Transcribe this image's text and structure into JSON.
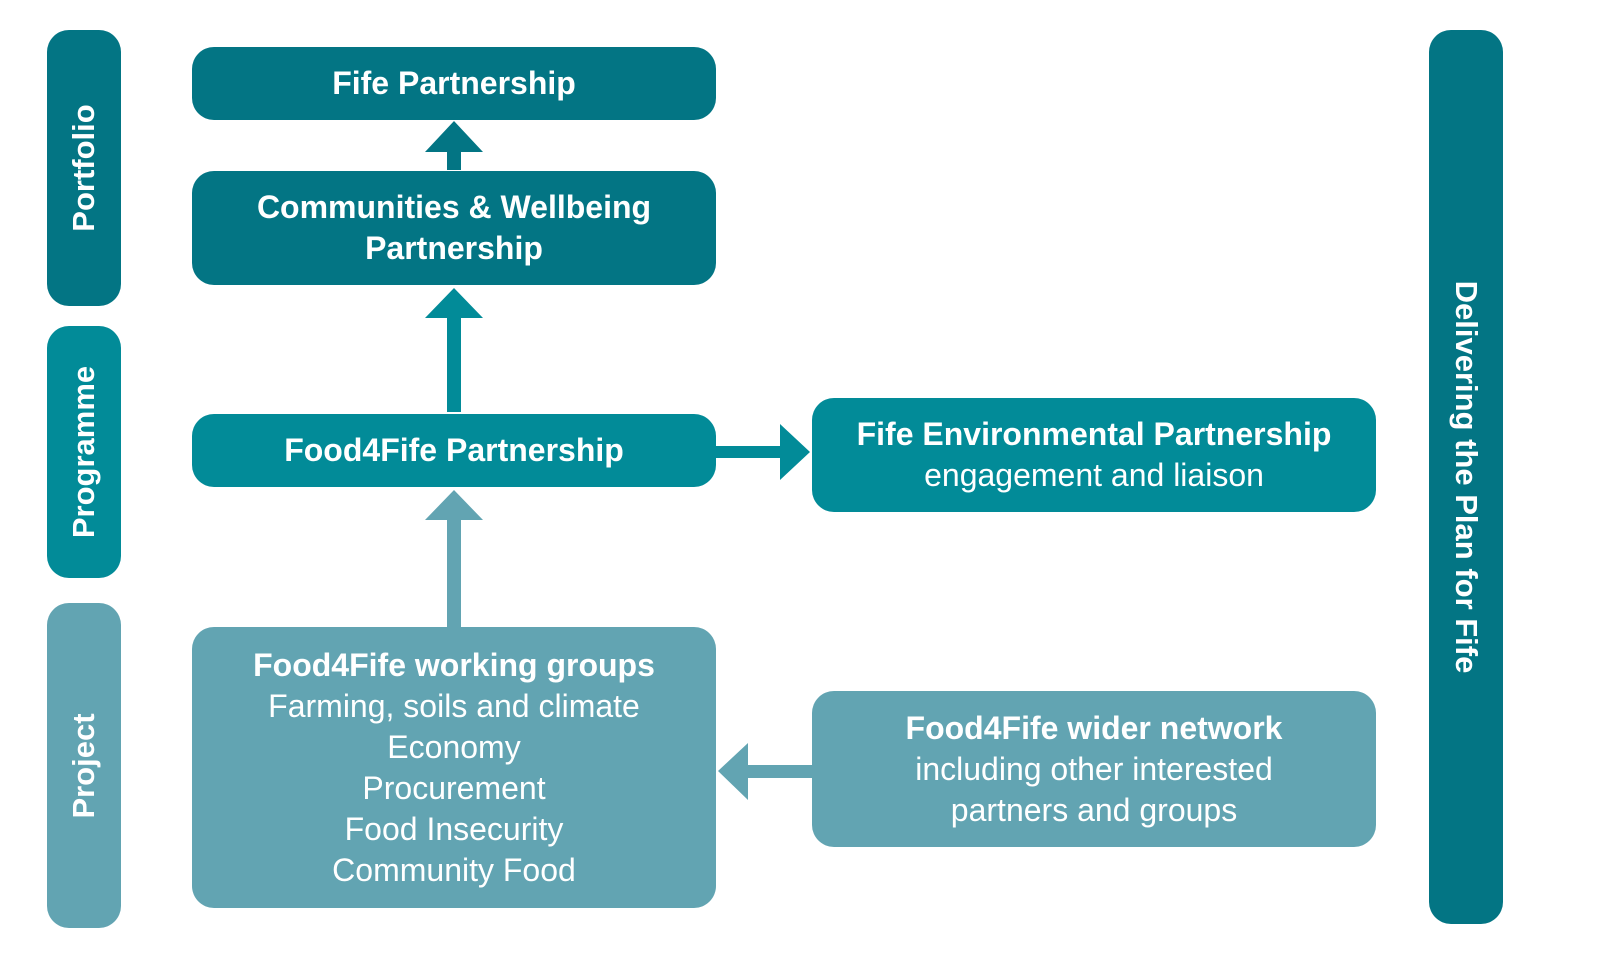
{
  "levels": {
    "portfolio": "Portfolio",
    "programme": "Programme",
    "project": "Project"
  },
  "side_banner": "Delivering the Plan for Fife",
  "boxes": {
    "fife_partnership": {
      "title": "Fife Partnership"
    },
    "communities": {
      "title_line1": "Communities & Wellbeing",
      "title_line2": "Partnership"
    },
    "food4fife": {
      "title": "Food4Fife Partnership"
    },
    "environmental": {
      "title": "Fife Environmental Partnership",
      "subtitle": "engagement and liaison"
    },
    "working_groups": {
      "title": "Food4Fife working groups",
      "items": [
        "Farming, soils and climate",
        "Economy",
        "Procurement",
        "Food Insecurity",
        "Community Food"
      ]
    },
    "wider_network": {
      "title": "Food4Fife wider network",
      "line1": "including other interested",
      "line2": "partners and groups"
    }
  },
  "colors": {
    "portfolio": "#037584",
    "programme": "#028b98",
    "project": "#62a4b2"
  }
}
